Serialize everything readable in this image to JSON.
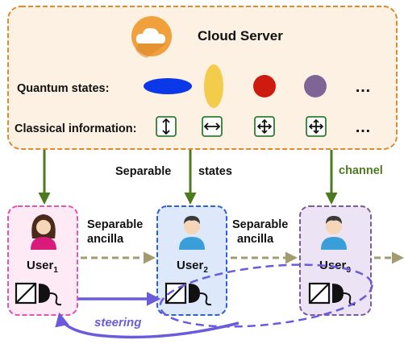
{
  "server": {
    "title": "Cloud Server",
    "quantum_label": "Quantum states:",
    "classical_label": "Classical information:",
    "ellipsis": "…",
    "icon": "cloud-icon"
  },
  "labels": {
    "separable": "Separable",
    "states": "states",
    "channel": "channel",
    "ancilla": "ancilla",
    "steering": "steering"
  },
  "users": [
    {
      "name": "User",
      "sub": "1"
    },
    {
      "name": "User",
      "sub": "2"
    },
    {
      "name": "User",
      "sub": "3"
    }
  ],
  "colors": {
    "server_border": "#e08a2c",
    "server_fill": "#fdf1e3",
    "green_arrow": "#4e7a1f",
    "ancilla_arrow": "#a39a70",
    "steering": "#6a5bdc",
    "user1_border": "#e255a8",
    "user1_fill": "#fdeaf5",
    "user2_border": "#2f5fd0",
    "user2_fill": "#dde8fb",
    "user3_border": "#7a5a9a",
    "user3_fill": "#ece4f4",
    "blue_state": "#0a37e8",
    "yellow_state": "#f2cc4a",
    "red_state": "#cf1a10",
    "purple_state": "#7e6596"
  }
}
